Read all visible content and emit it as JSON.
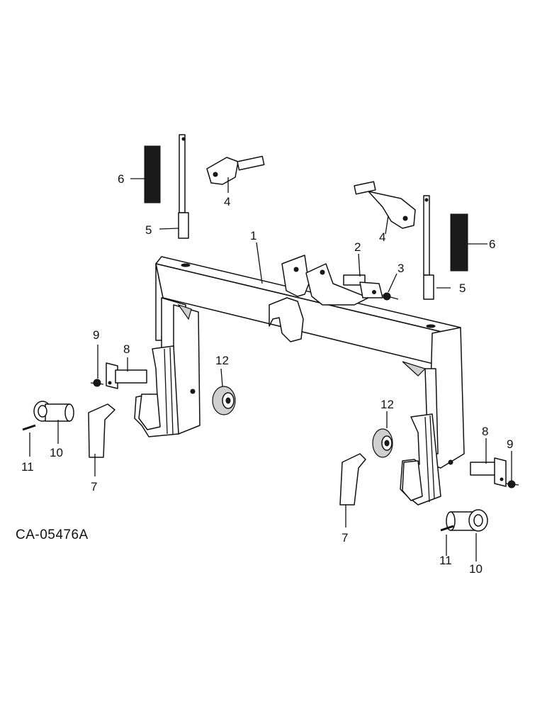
{
  "drawing": {
    "code": "CA-05476A",
    "callouts": [
      {
        "id": "c1",
        "text": "1"
      },
      {
        "id": "c2",
        "text": "2"
      },
      {
        "id": "c3",
        "text": "3"
      },
      {
        "id": "c4a",
        "text": "4"
      },
      {
        "id": "c4b",
        "text": "4"
      },
      {
        "id": "c5a",
        "text": "5"
      },
      {
        "id": "c5b",
        "text": "5"
      },
      {
        "id": "c6a",
        "text": "6"
      },
      {
        "id": "c6b",
        "text": "6"
      },
      {
        "id": "c7a",
        "text": "7"
      },
      {
        "id": "c7b",
        "text": "7"
      },
      {
        "id": "c8a",
        "text": "8"
      },
      {
        "id": "c8b",
        "text": "8"
      },
      {
        "id": "c9a",
        "text": "9"
      },
      {
        "id": "c9b",
        "text": "9"
      },
      {
        "id": "c10a",
        "text": "10"
      },
      {
        "id": "c10b",
        "text": "10"
      },
      {
        "id": "c11a",
        "text": "11"
      },
      {
        "id": "c11b",
        "text": "11"
      },
      {
        "id": "c12a",
        "text": "12"
      },
      {
        "id": "c12b",
        "text": "12"
      }
    ]
  }
}
